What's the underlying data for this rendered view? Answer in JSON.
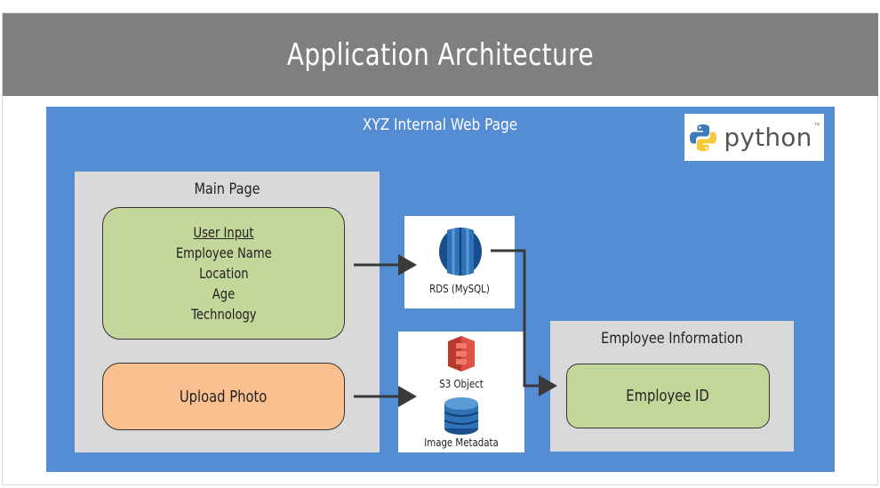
{
  "header": {
    "title": "Application Architecture"
  },
  "web_page": {
    "title": "XYZ Internal Web Page"
  },
  "logo": {
    "word": "python",
    "tm": "™"
  },
  "main_page": {
    "title": "Main Page",
    "user_input": {
      "heading": "User Input",
      "fields": [
        "Employee Name",
        "Location",
        "Age",
        "Technology"
      ]
    },
    "upload_photo": "Upload Photo"
  },
  "services": {
    "rds": "RDS (MySQL)",
    "s3": "S3 Object",
    "metadata": "Image Metadata"
  },
  "employee_info": {
    "title": "Employee Information",
    "id_label": "Employee ID"
  },
  "colors": {
    "header_gray": "#7f7f7f",
    "blue": "#548dd4",
    "panel_gray": "#d9d9d9",
    "green": "#c4d79b",
    "orange": "#fac090",
    "aws_blue": "#2e73b8",
    "aws_red": "#e05243"
  }
}
